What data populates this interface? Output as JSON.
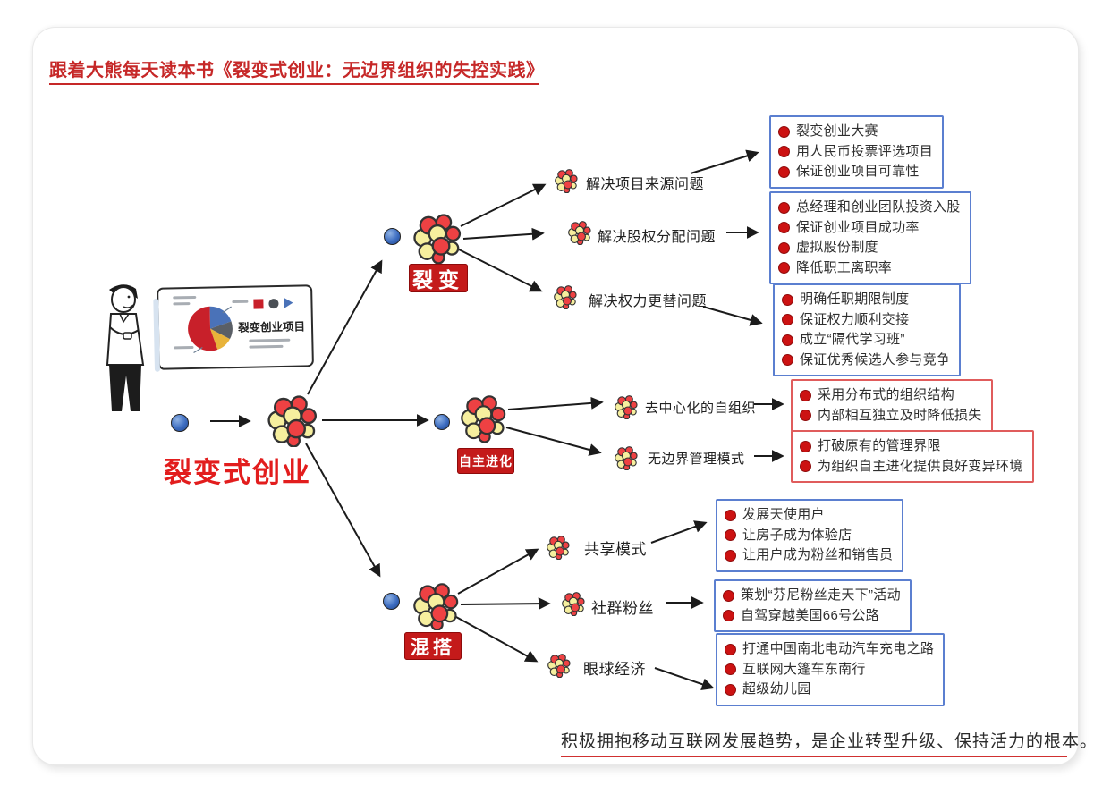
{
  "title": "跟着大熊每天读本书《裂变式创业：无边界组织的失控实践》",
  "root": {
    "label": "裂变式创业"
  },
  "board": {
    "label": "裂变创业项目"
  },
  "branches": [
    {
      "badge": "裂变",
      "subs": [
        {
          "label": "解决项目来源问题",
          "items": [
            "裂变创业大赛",
            "用人民币投票评选项目",
            "保证创业项目可靠性"
          ]
        },
        {
          "label": "解决股权分配问题",
          "items": [
            "总经理和创业团队投资入股",
            "保证创业项目成功率",
            "虚拟股份制度",
            "降低职工离职率"
          ]
        },
        {
          "label": "解决权力更替问题",
          "items": [
            "明确任职期限制度",
            "保证权力顺利交接",
            "成立“隔代学习班”",
            "保证优秀候选人参与竞争"
          ]
        }
      ]
    },
    {
      "badge": "自主进化",
      "subs": [
        {
          "label": "去中心化的自组织",
          "items": [
            "采用分布式的组织结构",
            "内部相互独立及时降低损失"
          ]
        },
        {
          "label": "无边界管理模式",
          "items": [
            "打破原有的管理界限",
            "为组织自主进化提供良好变异环境"
          ]
        }
      ]
    },
    {
      "badge": "混搭",
      "subs": [
        {
          "label": "共享模式",
          "items": [
            "发展天使用户",
            "让房子成为体验店",
            "让用户成为粉丝和销售员"
          ]
        },
        {
          "label": "社群粉丝",
          "items": [
            "策划“芬尼粉丝走天下”活动",
            "自驾穿越美国66号公路"
          ]
        },
        {
          "label": "眼球经济",
          "items": [
            "打通中国南北电动汽车充电之路",
            "互联网大篷车东南行",
            "超级幼儿园"
          ]
        }
      ]
    }
  ],
  "footer": "积极拥抱移动互联网发展趋势，是企业转型升级、保持活力的根本。",
  "colors": {
    "accent_red": "#c62828",
    "root_label_red": "#e21d1d",
    "badge_red": "#c41a1a",
    "blue_box_border": "#5b7fd0",
    "red_box_border": "#e05c5c",
    "bullet_red": "#cc1212",
    "molecule_red": "#ee4143",
    "molecule_yellow": "#f6ef9e",
    "ball_blue": "#3c6cc0",
    "ink": "#1b1b1b"
  }
}
